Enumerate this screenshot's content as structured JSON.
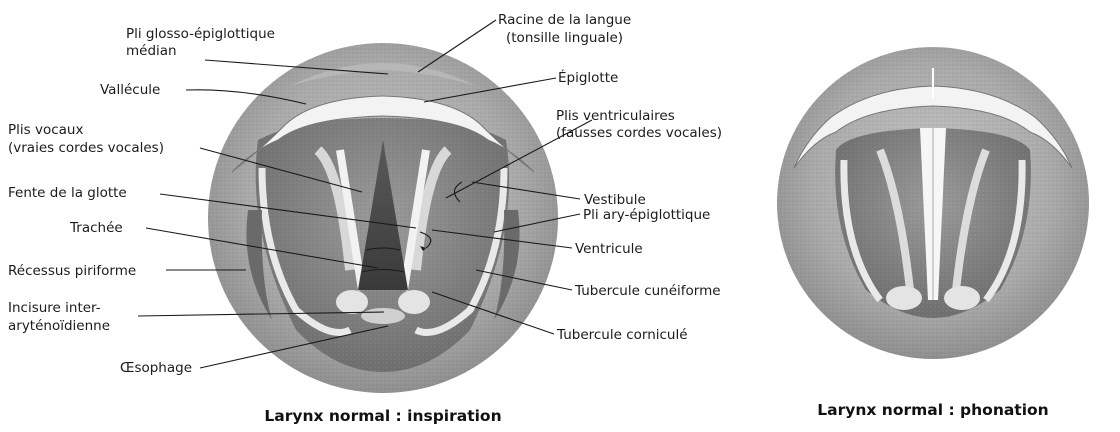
{
  "figures": [
    {
      "caption": "Larynx normal : inspiration"
    },
    {
      "caption": "Larynx normal : phonation"
    }
  ],
  "labels": {
    "pli_glosso": [
      "Pli glosso-épiglottique",
      "médian"
    ],
    "racine": [
      "Racine de la langue",
      "(tonsille linguale)"
    ],
    "epiglotte": "Épiglotte",
    "vallecule": "Vallécule",
    "plis_ventriculaires": [
      "Plis ventriculaires",
      "(fausses cordes vocales)"
    ],
    "plis_vocaux": [
      "Plis vocaux",
      "(vraies cordes vocales)"
    ],
    "vestibule": "Vestibule",
    "fente": "Fente de la glotte",
    "pli_ary": "Pli ary-épiglottique",
    "trachee": "Trachée",
    "ventricule": "Ventricule",
    "recessus": "Récessus piriforme",
    "cuneiforme": "Tubercule cunéiforme",
    "incisure": [
      "Incisure inter-",
      "aryténoïdienne"
    ],
    "corniculé": "Tubercule corniculé",
    "oesophage": "Œsophage"
  }
}
